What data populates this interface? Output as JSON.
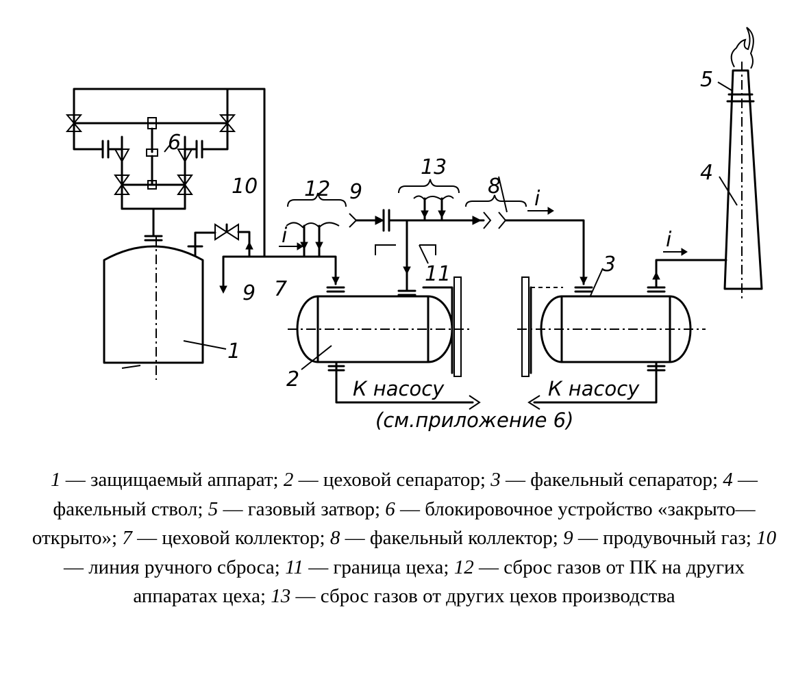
{
  "labels": {
    "l1": "1",
    "l2": "2",
    "l3": "3",
    "l4": "4",
    "l5": "5",
    "l6": "6",
    "l7": "7",
    "l8": "8",
    "l9a": "9",
    "l9b": "9",
    "l10": "10",
    "l11": "11",
    "l12": "12",
    "l13": "13",
    "flow_i_1": "i",
    "flow_i_2": "i",
    "flow_i_3": "i"
  },
  "annotations": {
    "pump_left": "К насосу",
    "pump_right": "К насосу",
    "see_appendix": "(см.приложение 6)"
  },
  "legend": [
    {
      "num": "1",
      "text": " — защищаемый аппарат; "
    },
    {
      "num": "2",
      "text": " — цеховой сепаратор; "
    },
    {
      "num": "3",
      "text": " — факельный сепаратор; "
    },
    {
      "num": "4",
      "text": " — факельный ствол; "
    },
    {
      "num": "5",
      "text": " — газовый затвор; "
    },
    {
      "num": "6",
      "text": " — блокировочное устройство «закрыто—открыто»; "
    },
    {
      "num": "7",
      "text": " — цеховой коллектор; "
    },
    {
      "num": "8",
      "text": " — факельный коллектор; "
    },
    {
      "num": "9",
      "text": " — продувочный газ; "
    },
    {
      "num": "10",
      "text": " — линия ручного сброса; "
    },
    {
      "num": "11",
      "text": " — граница цеха; "
    },
    {
      "num": "12",
      "text": " — сброс газов от ПК на других аппаратах цеха; "
    },
    {
      "num": "13",
      "text": " — сброс газов от других цехов производства"
    }
  ]
}
